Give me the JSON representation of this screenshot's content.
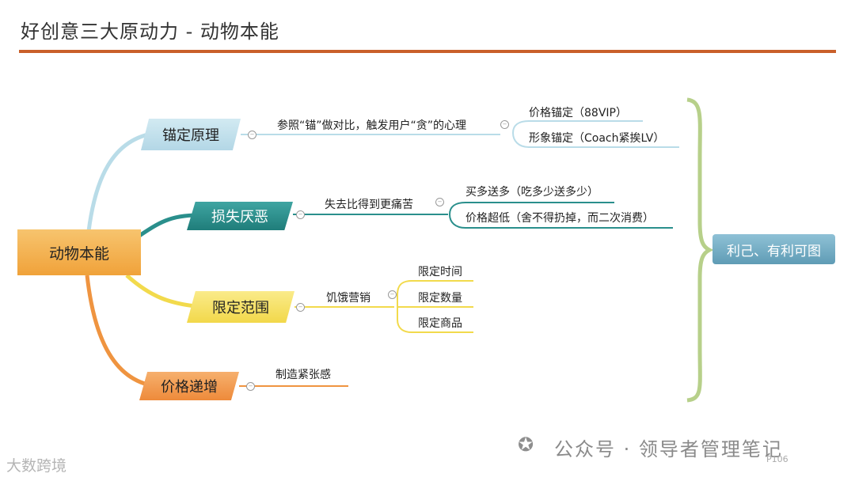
{
  "header": {
    "title": "好创意三大原动力 - 动物本能"
  },
  "root": {
    "label": "动物本能"
  },
  "branches": [
    {
      "label": "锚定原理",
      "desc": "参照“锚”做对比，触发用户“贪”的心理",
      "leaves": [
        "价格锚定（88VIP）",
        "形象锚定（Coach紧挨LV）"
      ],
      "color": "#b9dce8"
    },
    {
      "label": "损失厌恶",
      "desc": "失去比得到更痛苦",
      "leaves": [
        "买多送多（吃多少送多少）",
        "价格超低（舍不得扔掉，而二次消费）"
      ],
      "color": "#2a8f8c"
    },
    {
      "label": "限定范围",
      "desc": "饥饿营销",
      "leaves": [
        "限定时间",
        "限定数量",
        "限定商品"
      ],
      "color": "#f2da4c"
    },
    {
      "label": "价格递增",
      "desc": "制造紧张感",
      "leaves": [],
      "color": "#ef9440"
    }
  ],
  "result": {
    "label": "利己、有利可图"
  },
  "watermark": {
    "logo": "✪",
    "text": "公众号 · 领导者管理笔记",
    "left": "大数跨境"
  },
  "page_number": "P106",
  "colors": {
    "rule": "#c9602a",
    "brace": "#b7d08a"
  }
}
